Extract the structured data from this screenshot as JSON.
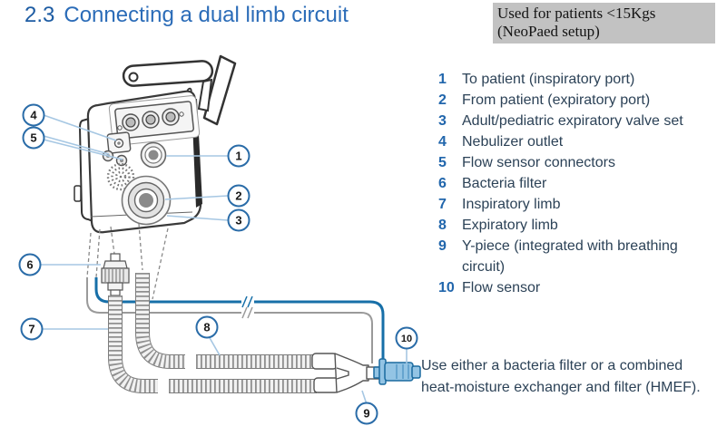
{
  "page": {
    "section_number": "2.3",
    "title": "Connecting a dual limb circuit",
    "patient_note": {
      "line1": "Used for patients <15Kgs",
      "line2": "(NeoPaed setup)"
    },
    "legend": {
      "items": [
        {
          "num": "1",
          "label": "To patient (inspiratory port)"
        },
        {
          "num": "2",
          "label": "From patient (expiratory port)"
        },
        {
          "num": "3",
          "label": "Adult/pediatric expiratory valve set"
        },
        {
          "num": "4",
          "label": "Nebulizer outlet"
        },
        {
          "num": "5",
          "label": "Flow sensor connectors"
        },
        {
          "num": "6",
          "label": "Bacteria filter"
        },
        {
          "num": "7",
          "label": "Inspiratory limb"
        },
        {
          "num": "8",
          "label": "Expiratory limb"
        },
        {
          "num": "9",
          "label": "Y-piece (integrated with breathing circuit)"
        },
        {
          "num": "10",
          "label": "Flow sensor"
        }
      ]
    },
    "footnote": "Use either a bacteria filter or a combined heat-moisture exchanger and filter (HMEF).",
    "diagram": {
      "callouts": [
        "1",
        "2",
        "3",
        "4",
        "5",
        "6",
        "7",
        "8",
        "9",
        "10"
      ]
    }
  },
  "colors": {
    "title_blue": "#2b6cb8",
    "section_blue": "#1d5ca3",
    "legend_number_blue": "#2166ac",
    "body_text": "#2c4257",
    "note_box_gray": "#c2c2c2",
    "callout_ring_blue": "#2a6ca8",
    "leader_line_blue": "#a6c7e3",
    "sensor_tube_blue": "#176fa8",
    "flow_sensor_fill": "#93c4e4",
    "diagram_outline": "#3a3a3a"
  }
}
